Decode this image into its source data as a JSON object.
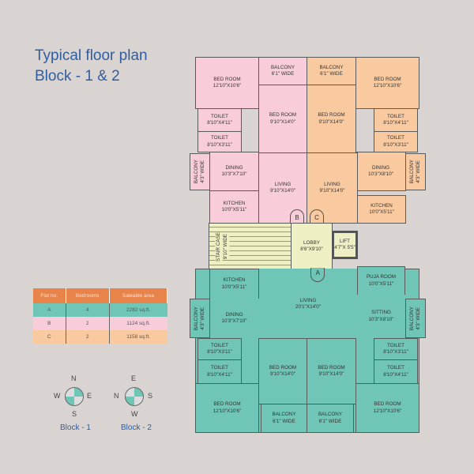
{
  "title": {
    "line1": "Typical floor plan",
    "line2": "Block - 1 & 2"
  },
  "flat_b": {
    "bed1": {
      "name": "BED ROOM",
      "dim": "12'10\"X10'6\""
    },
    "balcony": {
      "name": "BALCONY",
      "dim": "6'1\" WIDE"
    },
    "bed2": {
      "name": "BED ROOM",
      "dim": "9'10\"X14'0\""
    },
    "toilet1": {
      "name": "TOILET",
      "dim": "8'10\"X4'11\""
    },
    "toilet2": {
      "name": "TOILET",
      "dim": "8'10\"X3'11\""
    },
    "dining": {
      "name": "DINING",
      "dim": "10'3\"X7'10\""
    },
    "balcony2": {
      "name": "BALCONY",
      "dim": "4'3\" WIDE"
    },
    "kitchen": {
      "name": "KITCHEN",
      "dim": "10'0\"X5'11\""
    },
    "living": {
      "name": "LIVING",
      "dim": "9'10\"X14'0\""
    },
    "marker": "B"
  },
  "flat_c": {
    "bed1": {
      "name": "BED ROOM",
      "dim": "12'10\"X10'6\""
    },
    "balcony": {
      "name": "BALCONY",
      "dim": "6'1\" WIDE"
    },
    "bed2": {
      "name": "BED ROOM",
      "dim": "9'10\"X14'0\""
    },
    "toilet1": {
      "name": "TOILET",
      "dim": "8'10\"X4'11\""
    },
    "toilet2": {
      "name": "TOILET",
      "dim": "8'10\"X3'11\""
    },
    "dining": {
      "name": "DINING",
      "dim": "10'3\"X8'10\""
    },
    "balcony2": {
      "name": "BALCONY",
      "dim": "4'3\" WIDE"
    },
    "kitchen": {
      "name": "KITCHEN",
      "dim": "10'0\"X5'11\""
    },
    "living": {
      "name": "LIVING",
      "dim": "9'10\"X14'0\""
    },
    "marker": "C"
  },
  "common": {
    "stair": {
      "name": "STAIR CASE",
      "dim": "9'10\" WIDE"
    },
    "lobby": {
      "name": "LOBBY",
      "dim": "8'6\"x9'10\""
    },
    "lift": {
      "name": "LIFT",
      "dim": "4'7\"X 5'5\""
    }
  },
  "flat_a": {
    "kitchen": {
      "name": "KITCHEN",
      "dim": "10'0\"X5'11\""
    },
    "living": {
      "name": "LIVING",
      "dim": "20'1\"X14'0\""
    },
    "puja": {
      "name": "PUJA ROOM",
      "dim": "10'0\"x5'11\""
    },
    "sitting": {
      "name": "SITTING",
      "dim": "10'3\"x8'10\""
    },
    "dining": {
      "name": "DINING",
      "dim": "10'3\"X7'10\""
    },
    "balcony_l": {
      "name": "BALCONY",
      "dim": "4'3\" WIDE"
    },
    "balcony_r": {
      "name": "BALCONY",
      "dim": "4'3\" WIDE"
    },
    "toilet_l1": {
      "name": "TOILET",
      "dim": "8'10\"X3'11\""
    },
    "toilet_l2": {
      "name": "TOILET",
      "dim": "8'10\"X4'11\""
    },
    "toilet_r1": {
      "name": "TOILET",
      "dim": "8'10\"X3'11\""
    },
    "toilet_r2": {
      "name": "TOILET",
      "dim": "8'10\"X4'11\""
    },
    "bed_l": {
      "name": "BED ROOM",
      "dim": "12'10\"X10'6\""
    },
    "bed_ml": {
      "name": "BED ROOM",
      "dim": "9'10\"X14'0\""
    },
    "bed_mr": {
      "name": "BED ROOM",
      "dim": "9'10\"X14'0\""
    },
    "bed_r": {
      "name": "BED ROOM",
      "dim": "12'10\"X10'6\""
    },
    "balc_ml": {
      "name": "BALCONY",
      "dim": "6'1\" WIDE"
    },
    "balc_mr": {
      "name": "BALCONY",
      "dim": "6'1\" WIDE"
    },
    "marker": "A"
  },
  "table": {
    "headers": [
      "Flat no.",
      "Bedrooms",
      "Saleable area"
    ],
    "rows": [
      [
        "A",
        "4",
        "2282 sq.ft."
      ],
      [
        "B",
        "2",
        "1124 sq.ft."
      ],
      [
        "C",
        "2",
        "1158 sq.ft."
      ]
    ]
  },
  "compass": {
    "block1": {
      "top": "N",
      "right": "E",
      "bottom": "S",
      "left": "W",
      "label": "Block - 1"
    },
    "block2": {
      "top": "E",
      "right": "S",
      "bottom": "W",
      "left": "N",
      "label": "Block - 2"
    }
  },
  "colors": {
    "flat_a": "#6fc6b6",
    "flat_b": "#f8cdd9",
    "flat_c": "#f9c9a0",
    "common": "#eef0c4",
    "header": "#e8834a"
  }
}
